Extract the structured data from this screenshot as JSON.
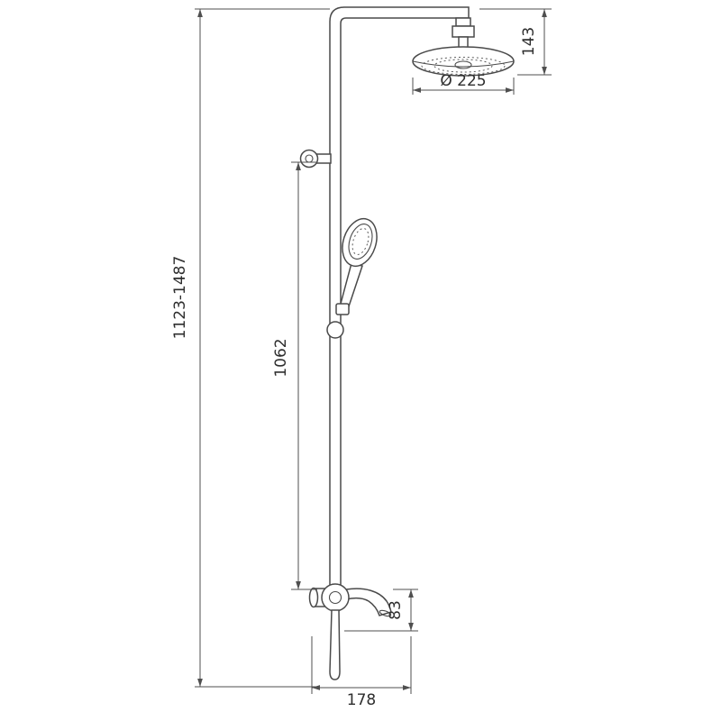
{
  "drawing": {
    "kind": "shower-column-dimension-drawing",
    "background": "#ffffff",
    "line_color": "#4a4a4a",
    "dimension_color": "#4f4f4f",
    "text_color": "#2e2e2e",
    "dimensions": {
      "overall_height": "1123-1487",
      "riser_height": "1062",
      "head_offset": "143",
      "head_diameter": "Ø 225",
      "spout_drop": "83",
      "spout_reach": "178"
    },
    "components": {
      "overhead_shower": "overhead-shower-head",
      "shower_arm": "shower-arm-pipe",
      "riser": "riser-column",
      "wall_bracket": "wall-bracket",
      "hand_shower": "hand-shower",
      "slider_ring": "slider-ring",
      "mixer": "mixer-valve-body",
      "spout": "bath-spout",
      "lever": "lever-handle"
    }
  }
}
